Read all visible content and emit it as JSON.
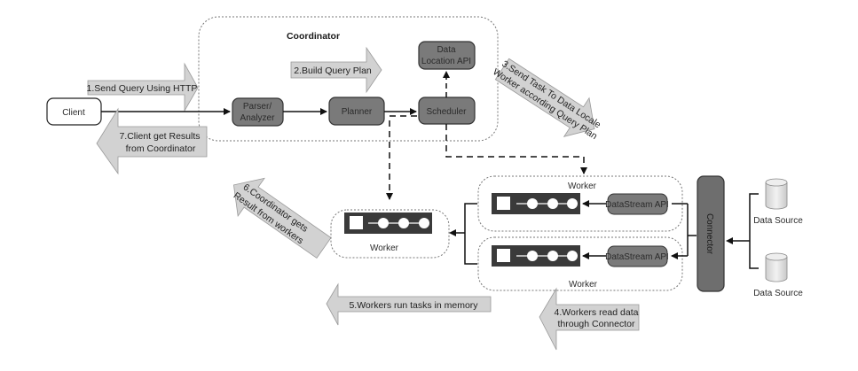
{
  "diagram": {
    "coordinator": {
      "title": "Coordinator",
      "nodes": {
        "parser": [
          "Parser/",
          "Analyzer"
        ],
        "planner": "Planner",
        "scheduler": "Scheduler",
        "data_location_api": [
          "Data",
          "Location API"
        ]
      }
    },
    "client": "Client",
    "workers": {
      "left_worker": "Worker",
      "top_worker": "Worker",
      "bottom_worker": "Worker",
      "datastream_top": "DataStream API",
      "datastream_bottom": "DataStream API"
    },
    "connector": "Connector",
    "data_sources": [
      "Data Source",
      "Data Source"
    ],
    "steps": {
      "step1": "1.Send Query Using HTTP",
      "step2": "2.Build Query Plan",
      "step3": [
        "3.Send Task To Data Locale",
        "Worker according Query Plan"
      ],
      "step4": [
        "4.Workers read data",
        "through Connector"
      ],
      "step5": "5.Workers run tasks in memory",
      "step6": [
        "6.Coordinator gets",
        "Result from workers"
      ],
      "step7": [
        "7.Client get Results",
        "from Coordinator"
      ]
    },
    "colors": {
      "node_fill": "#7a7a7a",
      "node_dark": "#3a3a3a",
      "arrow_fill": "#d2d2d2",
      "connector_fill": "#6e6e6e",
      "db_fill": "#e6e6e6"
    }
  }
}
